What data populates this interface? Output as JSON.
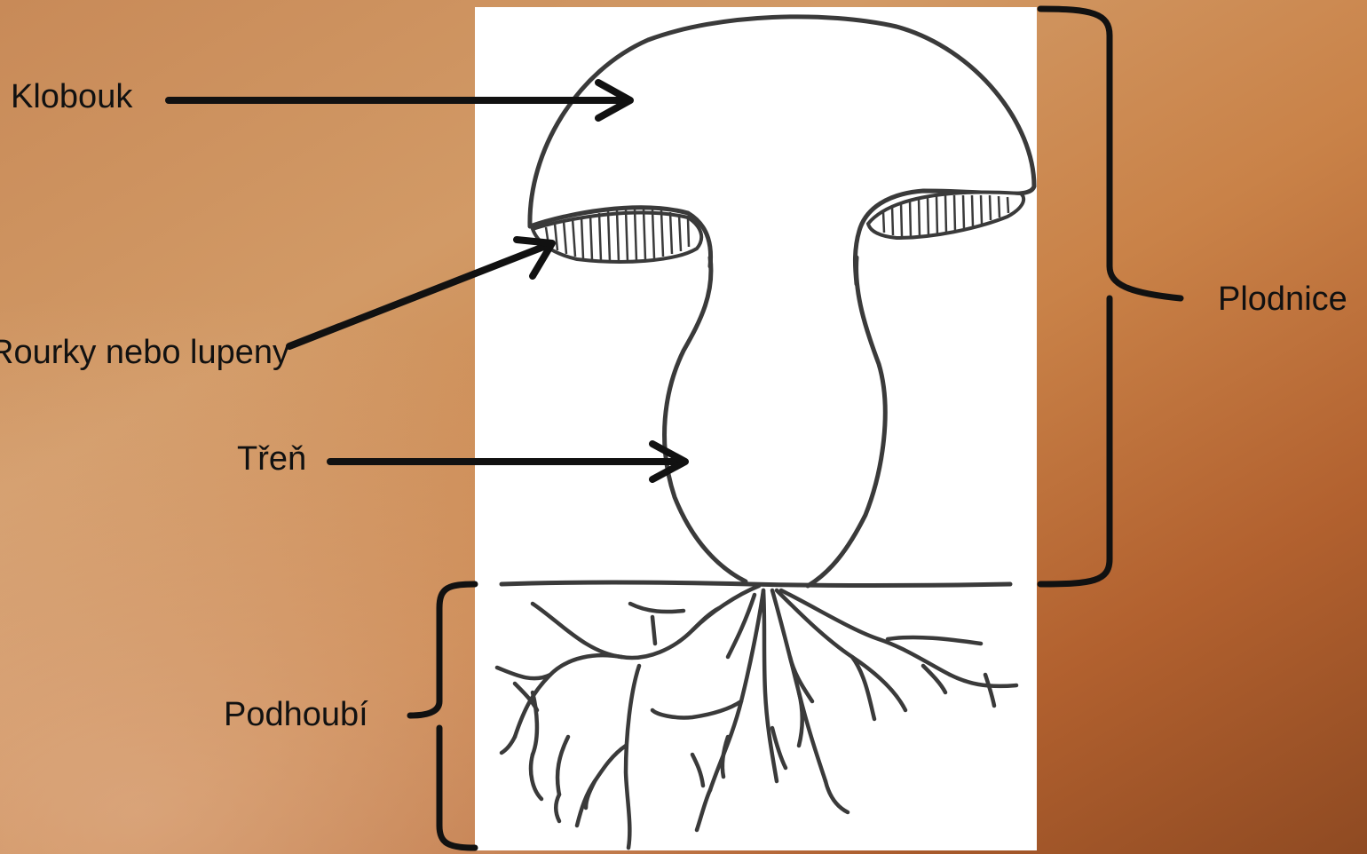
{
  "labels": {
    "klobouk": "Klobouk",
    "rourky": "Rourky nebo lupeny",
    "tren": "Třeň",
    "podhoubi": "Podhoubí",
    "plodnice": "Plodnice"
  },
  "colors": {
    "background_light": "#d29a66",
    "background_dark": "#8f4a22",
    "ink": "#111111",
    "drawing_line": "#3a3a3a",
    "panel": "#ffffff"
  }
}
